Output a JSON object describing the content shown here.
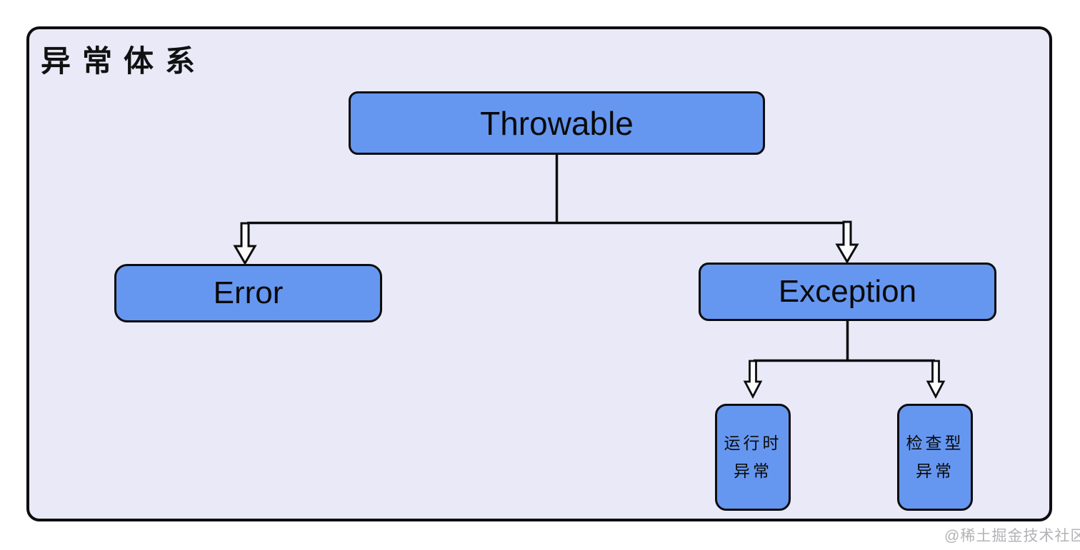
{
  "title": "异常体系",
  "watermark": "@稀土掘金技术社区",
  "colors": {
    "canvas": "#ffffff",
    "panel_fill": "#e9e9f8",
    "node_fill": "#6697f0",
    "stroke": "#0c0c0c",
    "watermark_text": "#b3b2b6"
  },
  "nodes": {
    "throwable": {
      "label": "Throwable"
    },
    "error": {
      "label": "Error"
    },
    "exception": {
      "label": "Exception"
    },
    "runtime_exception": {
      "line1": "运行时",
      "line2": "异常"
    },
    "checked_exception": {
      "line1": "检查型",
      "line2": "异常"
    }
  },
  "edges": [
    {
      "from": "throwable",
      "to": "error"
    },
    {
      "from": "throwable",
      "to": "exception"
    },
    {
      "from": "exception",
      "to": "runtime_exception"
    },
    {
      "from": "exception",
      "to": "checked_exception"
    }
  ]
}
